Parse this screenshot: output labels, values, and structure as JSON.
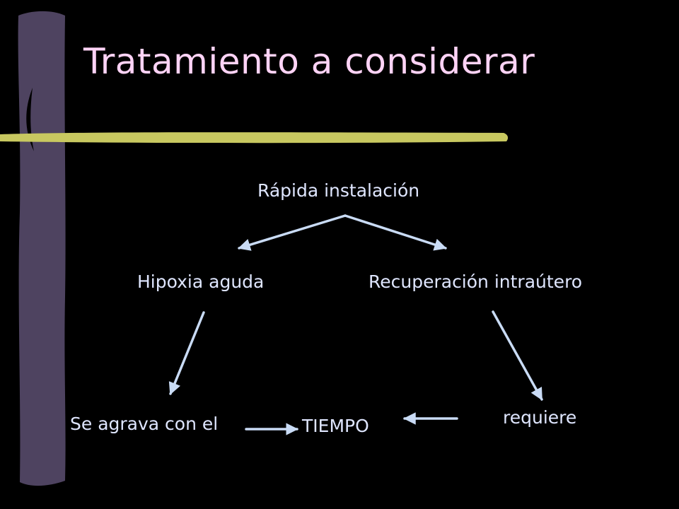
{
  "slide": {
    "title": "Tratamiento a considerar"
  },
  "diagram": {
    "nodes": {
      "root": "Rápida instalación",
      "left": "Hipoxia aguda",
      "right": "Recuperación intraútero",
      "bottom_left": "Se agrava con el",
      "center": "TIEMPO",
      "bottom_right": "requiere"
    },
    "edges": [
      {
        "from": "root",
        "to": "left"
      },
      {
        "from": "root",
        "to": "right"
      },
      {
        "from": "left",
        "to": "bottom_left"
      },
      {
        "from": "right",
        "to": "bottom_right"
      },
      {
        "from": "bottom_left",
        "to": "center"
      },
      {
        "from": "bottom_right",
        "to": "center"
      }
    ]
  },
  "colors": {
    "background": "#000000",
    "title": "#ffd3f6",
    "text": "#dfe6ff",
    "arrows": "#c9dbf5",
    "sidebar": "#4e4360",
    "rule": "#c8c860"
  }
}
